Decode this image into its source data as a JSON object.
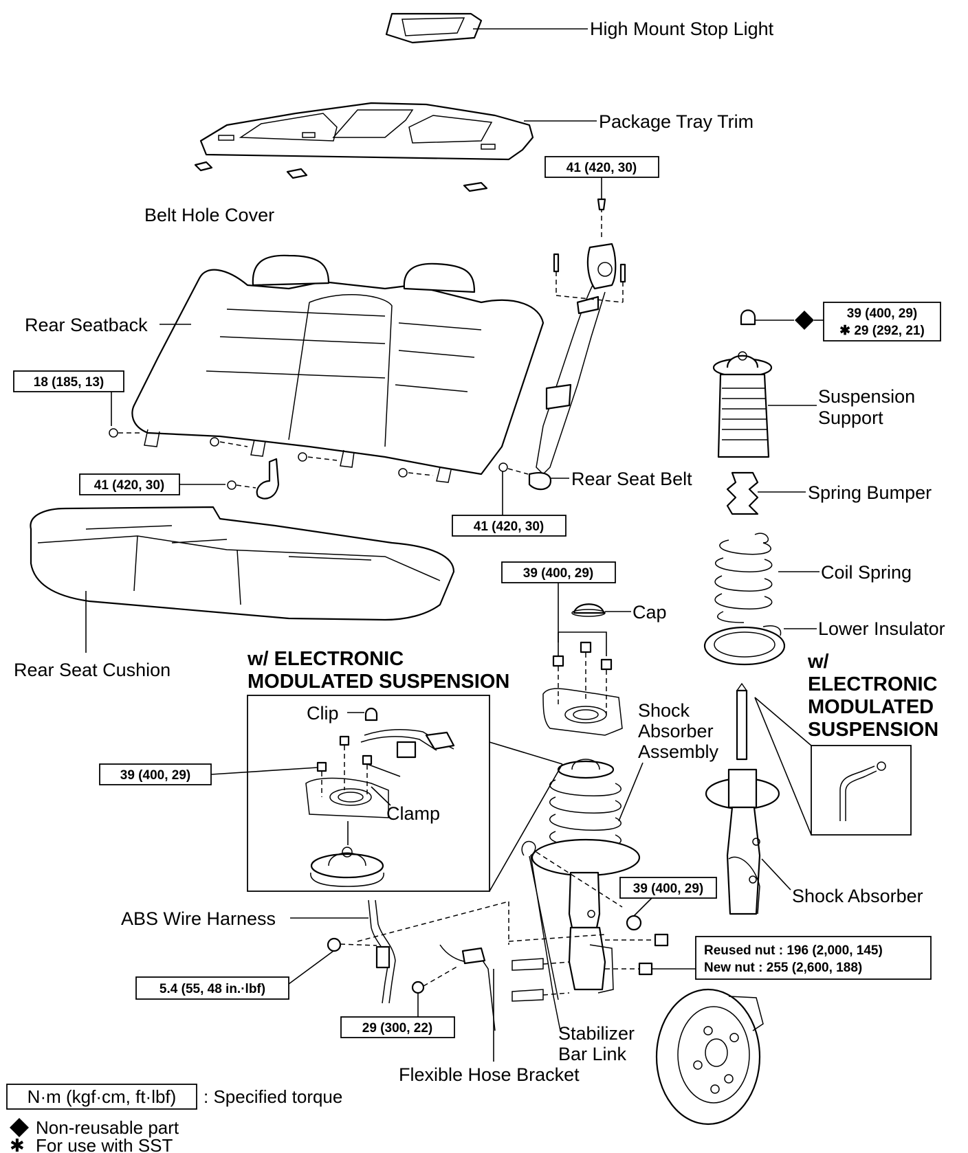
{
  "labels": {
    "high_mount_stop_light": "High Mount Stop Light",
    "package_tray_trim": "Package Tray Trim",
    "belt_hole_cover": "Belt Hole Cover",
    "rear_seatback": "Rear Seatback",
    "rear_seat_cushion": "Rear Seat Cushion",
    "rear_seat_belt": "Rear Seat Belt",
    "suspension_support_1": "Suspension",
    "suspension_support_2": "Support",
    "spring_bumper": "Spring Bumper",
    "coil_spring": "Coil Spring",
    "lower_insulator": "Lower Insulator",
    "cap": "Cap",
    "shock_absorber_assembly_1": "Shock",
    "shock_absorber_assembly_2": "Absorber",
    "shock_absorber_assembly_3": "Assembly",
    "shock_absorber": "Shock Absorber",
    "clip": "Clip",
    "clamp": "Clamp",
    "abs_wire_harness": "ABS Wire Harness",
    "stabilizer_bar_link_1": "Stabilizer",
    "stabilizer_bar_link_2": "Bar Link",
    "flexible_hose_bracket": "Flexible Hose Bracket",
    "ems_left_1": "w/   ELECTRONIC",
    "ems_left_2": "MODULATED SUSPENSION",
    "ems_right_1": "w/",
    "ems_right_2": "ELECTRONIC",
    "ems_right_3": "MODULATED",
    "ems_right_4": "SUSPENSION"
  },
  "torque_specs": {
    "package_tray_belt": "41 (420, 30)",
    "seatback_bolt": "18 (185, 13)",
    "seat_anchor_left": "41 (420, 30)",
    "seat_belt_anchor": "41 (420, 30)",
    "support_nut_1": "39 (400, 29)",
    "support_nut_2": "✱ 29 (292, 21)",
    "strut_top_nuts": "39 (400, 29)",
    "ems_nut": "39 (400, 29)",
    "stabilizer_nut": "39 (400, 29)",
    "knuckle_nut_1": "Reused nut : 196 (2,000, 145)",
    "knuckle_nut_2": "New nut :      255 (2,600, 188)",
    "abs_bolt": "5.4 (55, 48 in.·lbf)",
    "hose_bracket_bolt": "29 (300, 22)"
  },
  "legend": {
    "unit_box": "N·m (kgf·cm, ft·lbf)",
    "unit_desc": ": Specified torque",
    "non_reusable": "Non-reusable part",
    "sst": "For use with SST",
    "sst_symbol": "✱"
  }
}
